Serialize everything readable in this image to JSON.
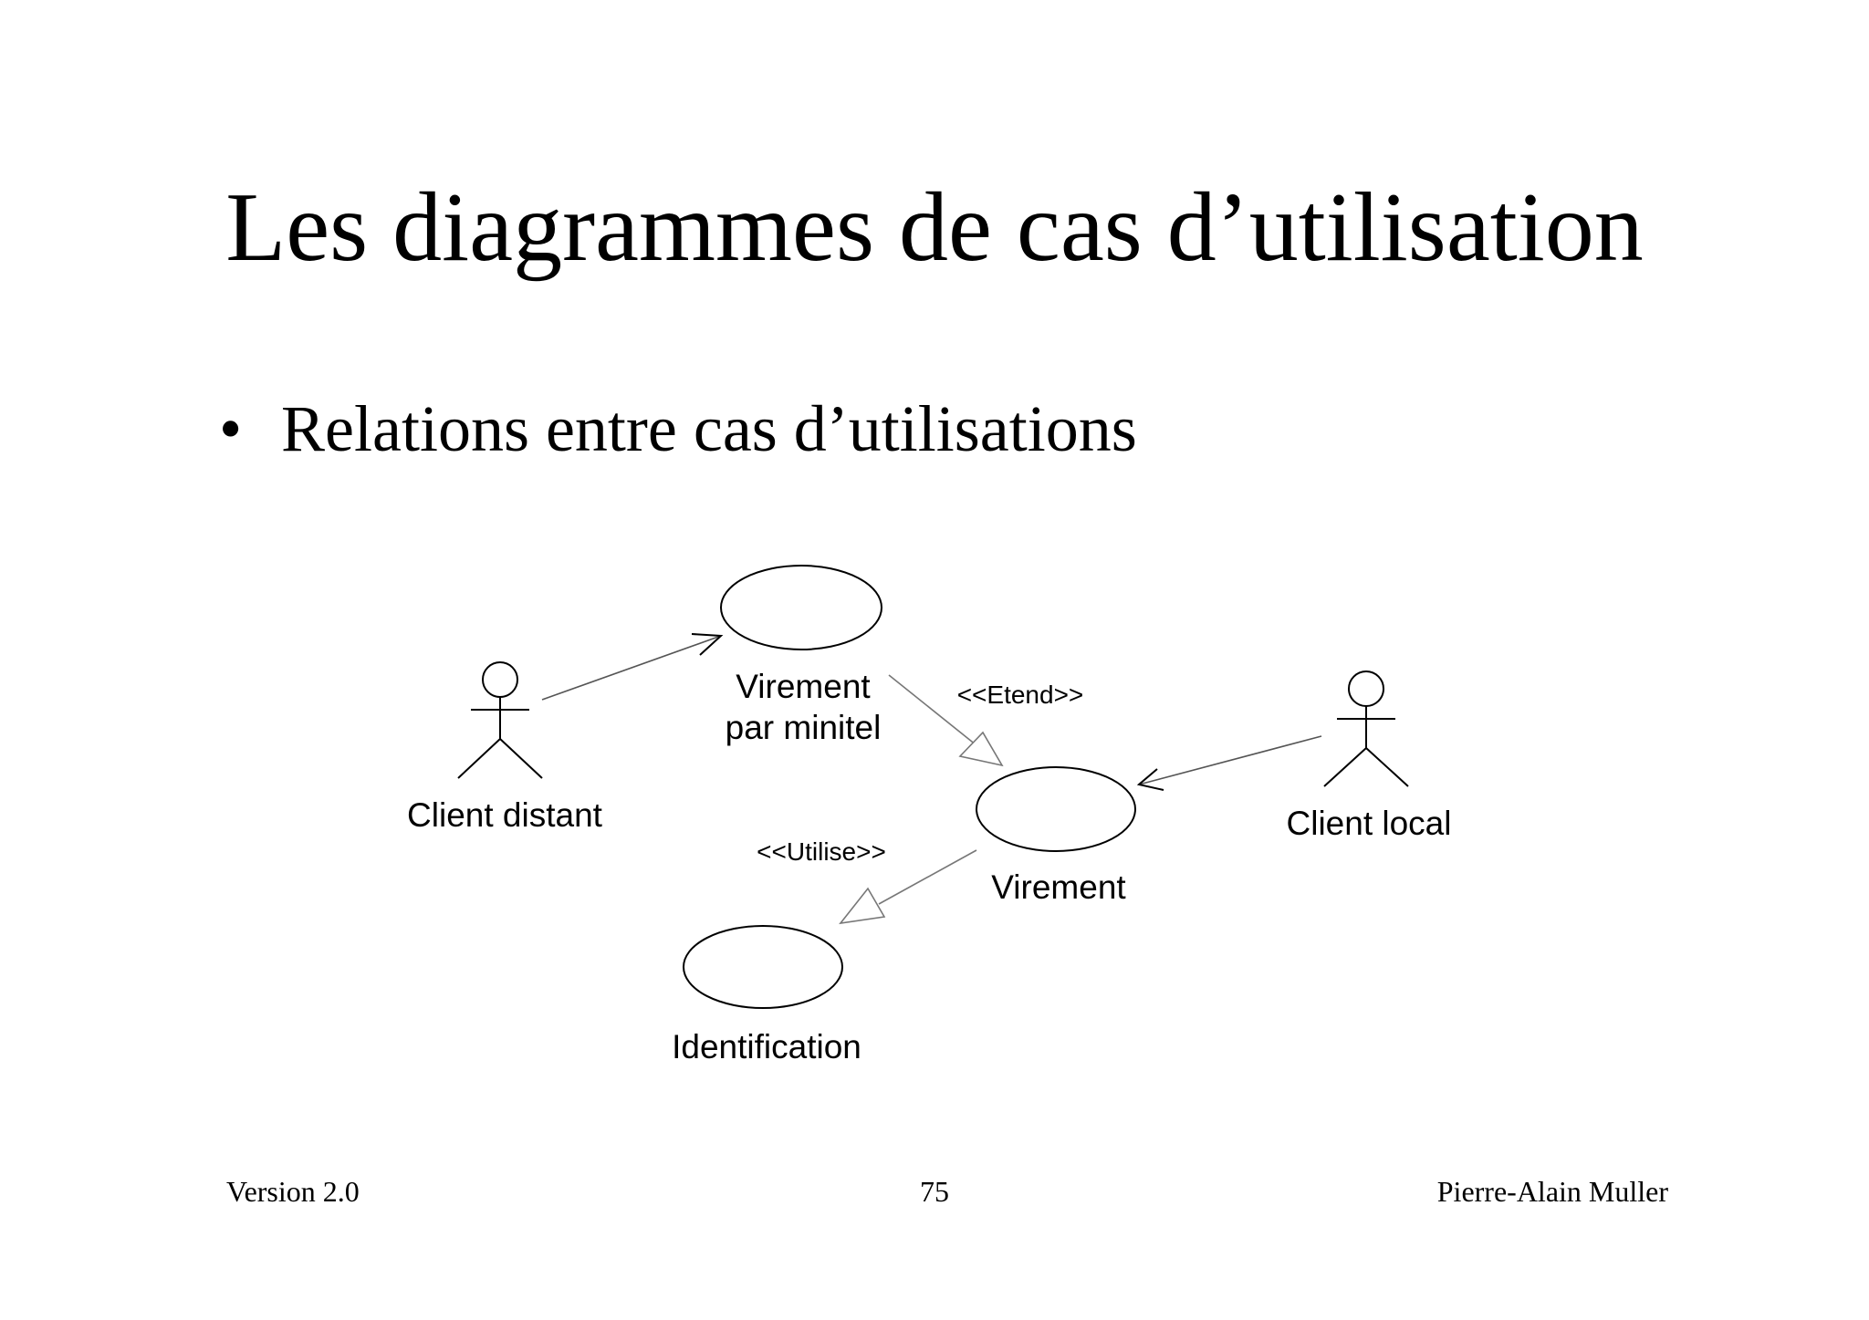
{
  "slide": {
    "title": "Les diagrammes de cas d’utilisation",
    "bullet_symbol": "•",
    "bullet_text": "Relations entre cas d’utilisations"
  },
  "diagram": {
    "actors": [
      {
        "id": "client-distant",
        "label": "Client distant"
      },
      {
        "id": "client-local",
        "label": "Client local"
      }
    ],
    "use_cases": [
      {
        "id": "virement-minitel",
        "label_lines": [
          "Virement",
          "par minitel"
        ]
      },
      {
        "id": "virement",
        "label": "Virement"
      },
      {
        "id": "identification",
        "label": "Identification"
      }
    ],
    "relations": [
      {
        "from": "client-distant",
        "to": "virement-minitel",
        "kind": "association"
      },
      {
        "from": "client-local",
        "to": "virement",
        "kind": "association"
      },
      {
        "from": "virement-minitel",
        "to": "virement",
        "kind": "generalization",
        "stereotype": "<<Etend>>"
      },
      {
        "from": "virement",
        "to": "identification",
        "kind": "generalization",
        "stereotype": "<<Utilise>>"
      }
    ]
  },
  "footer": {
    "version": "Version 2.0",
    "page_number": "75",
    "author": "Pierre-Alain Muller"
  }
}
